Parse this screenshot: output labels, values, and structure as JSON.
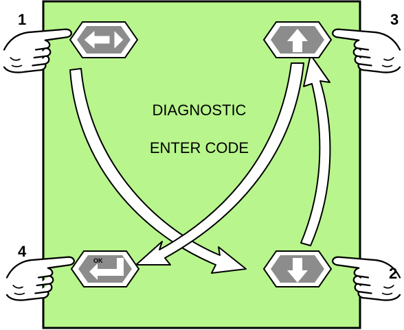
{
  "panel": {
    "background_color": "#b8f58c",
    "line1": "DIAGNOSTIC",
    "line2": "ENTER CODE"
  },
  "buttons": {
    "arrows": {
      "icon": "left-right-arrows-icon"
    },
    "up": {
      "icon": "up-arrow-icon"
    },
    "down": {
      "icon": "down-arrow-icon"
    },
    "ok": {
      "icon": "enter-arrow-icon",
      "label": "OK"
    },
    "color": "#8c8c8c"
  },
  "steps": {
    "step1": "1",
    "step2": "2",
    "step3": "3",
    "step4": "4"
  }
}
